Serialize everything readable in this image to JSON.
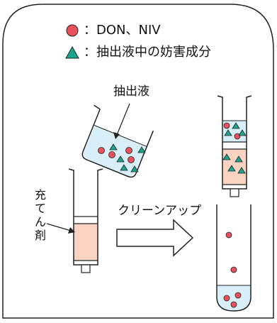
{
  "legend": [
    {
      "marker": "red-circle",
      "color": "#e8515b",
      "text": "：DON、NIV"
    },
    {
      "marker": "green-triangle",
      "color": "#1aa58c",
      "text": "：抽出液中の妨害成分"
    }
  ],
  "labels": {
    "extract": "抽出液",
    "packing": [
      "充",
      "て",
      "ん",
      "剤"
    ],
    "cleanup": "クリーンアップ"
  },
  "colors": {
    "analyte": "#e8515b",
    "interference": "#1aa58c",
    "liquid": "#d8eef8",
    "packing": "#f9d3c2",
    "outline": "#222222"
  }
}
